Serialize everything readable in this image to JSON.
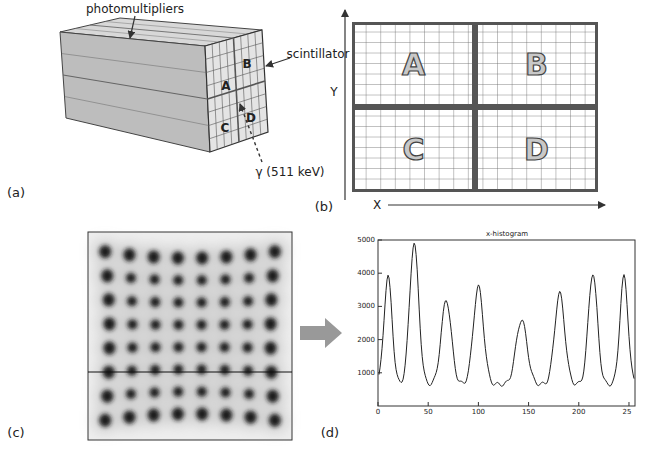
{
  "diagram": {
    "nodes": [
      {
        "text": [
          "A"
        ]
      },
      {
        "text": [
          "B"
        ]
      },
      {
        "text": [
          "C"
        ]
      },
      {
        "text": [
          "D"
        ]
      }
    ],
    "labels": [
      "photomultipliers",
      "scintillator",
      "A",
      "B",
      "C",
      "D",
      "γ (511 keV)",
      "(a)",
      "Y",
      "X",
      "(b)",
      "(c)",
      "x-histogram",
      "5000",
      "4000",
      "3000",
      "2000",
      "1000",
      "0",
      "50",
      "100",
      "150",
      "200",
      "25",
      "(d)"
    ]
  }
}
